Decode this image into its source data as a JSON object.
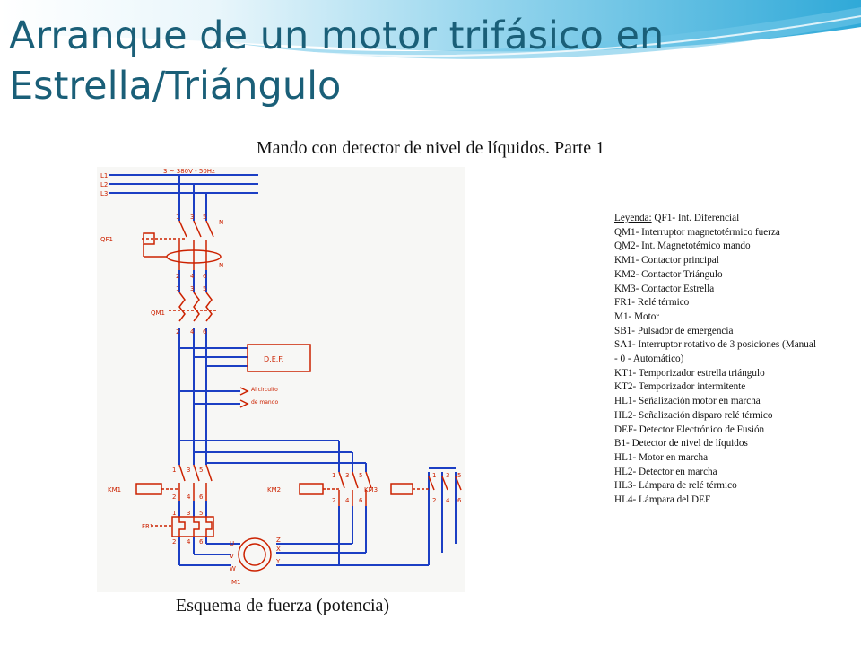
{
  "slide": {
    "title": "Arranque de un motor trifásico en Estrella/Triángulo",
    "subtitle": "Mando con detector de nivel de líquidos. Parte 1",
    "caption": "Esquema de fuerza (potencia)"
  },
  "legend": {
    "heading": "Leyenda:",
    "first": "QF1- Int. Diferencial",
    "items": [
      "QM1- Interruptor magnetotérmico fuerza",
      "QM2- Int. Magnetotémico mando",
      "KM1- Contactor principal",
      "KM2- Contactor Triángulo",
      "KM3- Contactor Estrella",
      "FR1- Relé térmico",
      "M1- Motor",
      "SB1- Pulsador de emergencia",
      "SA1- Interruptor rotativo de 3 posiciones (Manual - 0 - Automático)",
      "KT1- Temporizador estrella triángulo",
      "KT2- Temporizador intermitente",
      "HL1- Señalización motor en marcha",
      "HL2- Señalización disparo relé térmico",
      "DEF- Detector Electrónico de Fusión",
      "B1- Detector de nivel de líquidos",
      "HL1- Motor en marcha",
      "HL2- Detector en marcha",
      "HL3- Lámpara de relé térmico",
      "HL4- Lámpara del DEF"
    ]
  },
  "schematic": {
    "lines": [
      "L1",
      "L2",
      "L3"
    ],
    "supply": "3 ~ 380V - 50Hz",
    "qf": "QF1",
    "qm": "QM1",
    "km1": "KM1",
    "km2": "KM2",
    "km3": "KM3",
    "fr": "FR1",
    "motor": "M1",
    "def": "D.E.F.",
    "tap_1": "Al circuito",
    "tap_2": "de mando",
    "n": "N",
    "upper_nums": [
      "1",
      "3",
      "5"
    ],
    "lower_nums": [
      "2",
      "4",
      "6"
    ],
    "motor_left": [
      "U",
      "V",
      "W"
    ],
    "motor_right": [
      "Z",
      "X",
      "Y"
    ]
  },
  "colors": {
    "title": "#1a5f78",
    "wire": "#1c3fc4",
    "component": "#cc2200",
    "banner": "#3cb4dc"
  }
}
